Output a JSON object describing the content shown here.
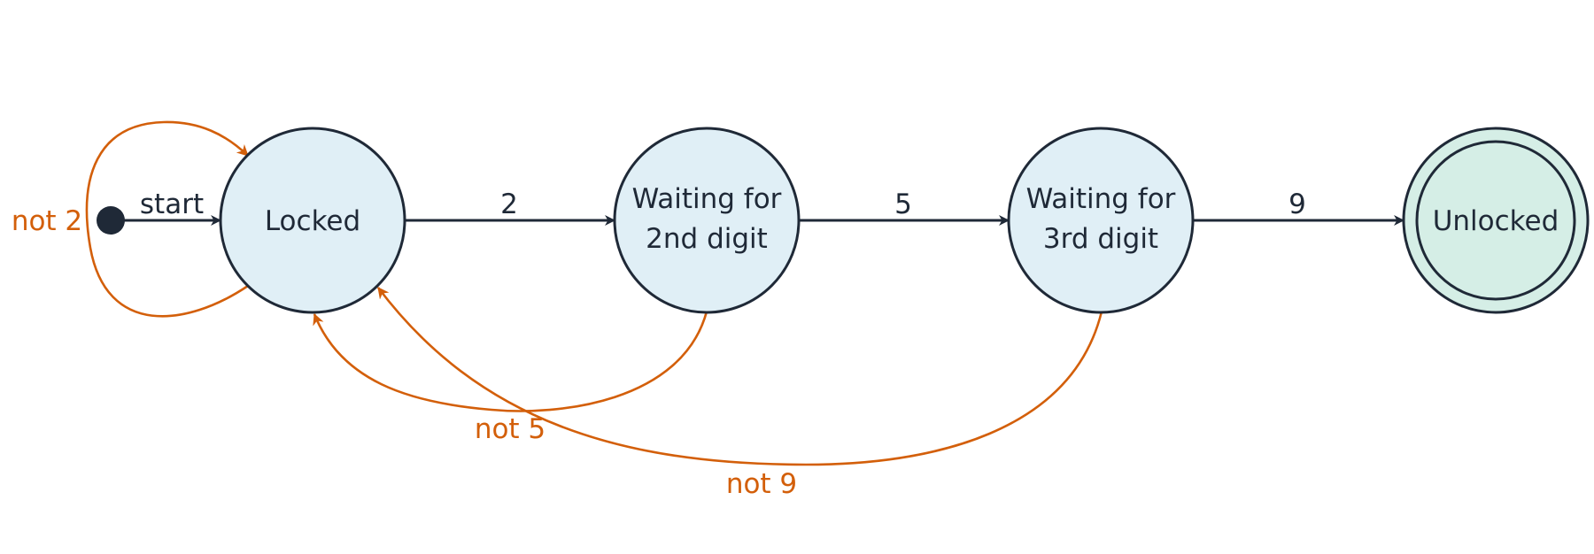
{
  "colors": {
    "ink": "#1f2937",
    "state_fill": "#e0eff6",
    "accepting_fill": "#d5eee6",
    "failure_edge": "#d35f0a"
  },
  "start": {
    "label": "start"
  },
  "states": {
    "locked": {
      "label": "Locked"
    },
    "wait2": {
      "line1": "Waiting for",
      "line2": "2nd digit"
    },
    "wait3": {
      "line1": "Waiting for",
      "line2": "3rd digit"
    },
    "unlocked": {
      "label": "Unlocked",
      "accepting": true
    }
  },
  "transitions": {
    "locked_to_wait2": "2",
    "wait2_to_wait3": "5",
    "wait3_to_unlocked": "9",
    "locked_self": "not 2",
    "wait2_to_locked": "not 5",
    "wait3_to_locked": "not 9"
  }
}
